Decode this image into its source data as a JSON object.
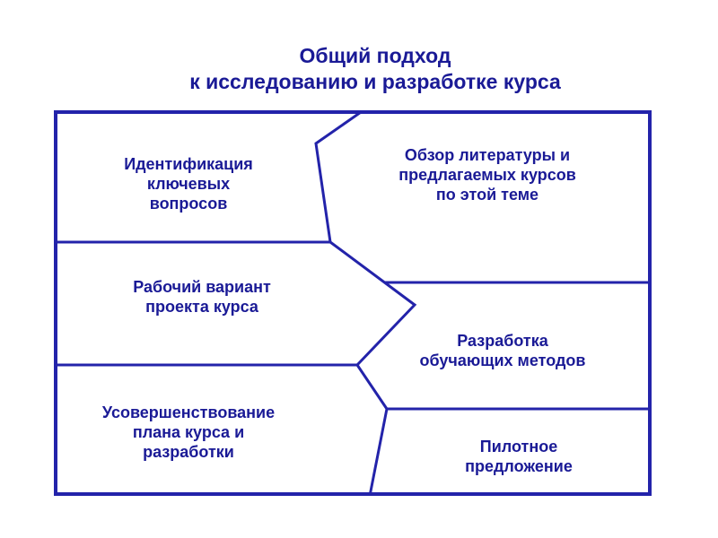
{
  "title": {
    "line1": "Общий подход",
    "line2": "к исследованию и разработке курса"
  },
  "diagram": {
    "boxes": [
      {
        "id": "identify-key-questions",
        "label": "Идентификация\nключевых\nвопросов"
      },
      {
        "id": "literature-review",
        "label": "Обзор литературы и\nпредлагаемых курсов\nпо этой теме"
      },
      {
        "id": "working-course-draft",
        "label": "Рабочий вариант\nпроекта курса"
      },
      {
        "id": "teaching-methods",
        "label": "Разработка\nобучающих методов"
      },
      {
        "id": "plan-improvement",
        "label": "Усовершенствование\nплана курса и\nразработки"
      },
      {
        "id": "pilot-offer",
        "label": "Пилотное\nпредложение"
      }
    ]
  },
  "colors": {
    "text": "#1a1a96",
    "line": "#2323aa",
    "background": "#ffffff"
  }
}
